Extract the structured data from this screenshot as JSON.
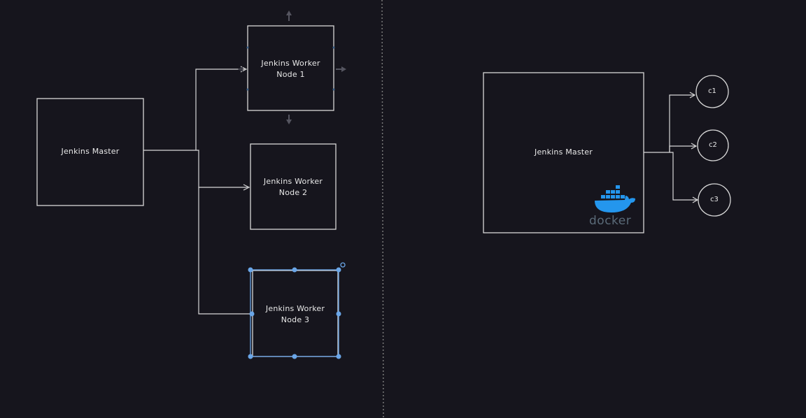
{
  "left_diagram": {
    "master_label": "Jenkins Master",
    "worker1_label_line1": "Jenkins Worker",
    "worker1_label_line2": "Node 1",
    "worker2_label_line1": "Jenkins Worker",
    "worker2_label_line2": "Node 2",
    "worker3_label_line1": "Jenkins Worker",
    "worker3_label_line2": "Node 3"
  },
  "right_diagram": {
    "master_label": "Jenkins Master",
    "containers": [
      "c1",
      "c2",
      "c3"
    ],
    "docker_logo_text": "docker"
  },
  "colors": {
    "background": "#16151d",
    "stroke": "#d8d8d8",
    "selection": "#6aa6e8",
    "docker_blue": "#2496ed",
    "docker_text": "#5a6a78",
    "divider": "#7a7a7a"
  }
}
